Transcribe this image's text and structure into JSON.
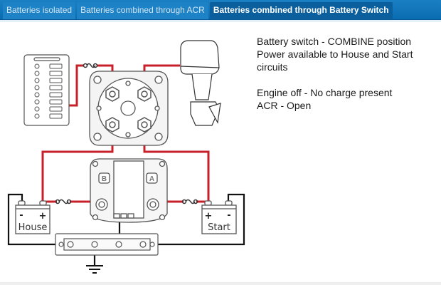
{
  "tabs": [
    {
      "label": "Batteries isolated",
      "active": false
    },
    {
      "label": "Batteries combined through ACR",
      "active": false
    },
    {
      "label": "Batteries combined through Battery Switch",
      "active": true
    }
  ],
  "info": {
    "line1": "Battery switch - COMBINE position",
    "line2": "Power available to House and Start circuits",
    "line3": "Engine off - No charge present",
    "line4": "ACR - Open"
  },
  "diagram": {
    "house_battery": {
      "label": "House",
      "neg": "-",
      "pos": "+"
    },
    "start_battery": {
      "label": "Start",
      "neg": "-",
      "pos": "+"
    },
    "acr": {
      "label_b": "B",
      "label_a": "A"
    },
    "colors": {
      "positive_wire": "#c8202a",
      "negative_wire": "#111111",
      "outline": "#555555"
    }
  }
}
